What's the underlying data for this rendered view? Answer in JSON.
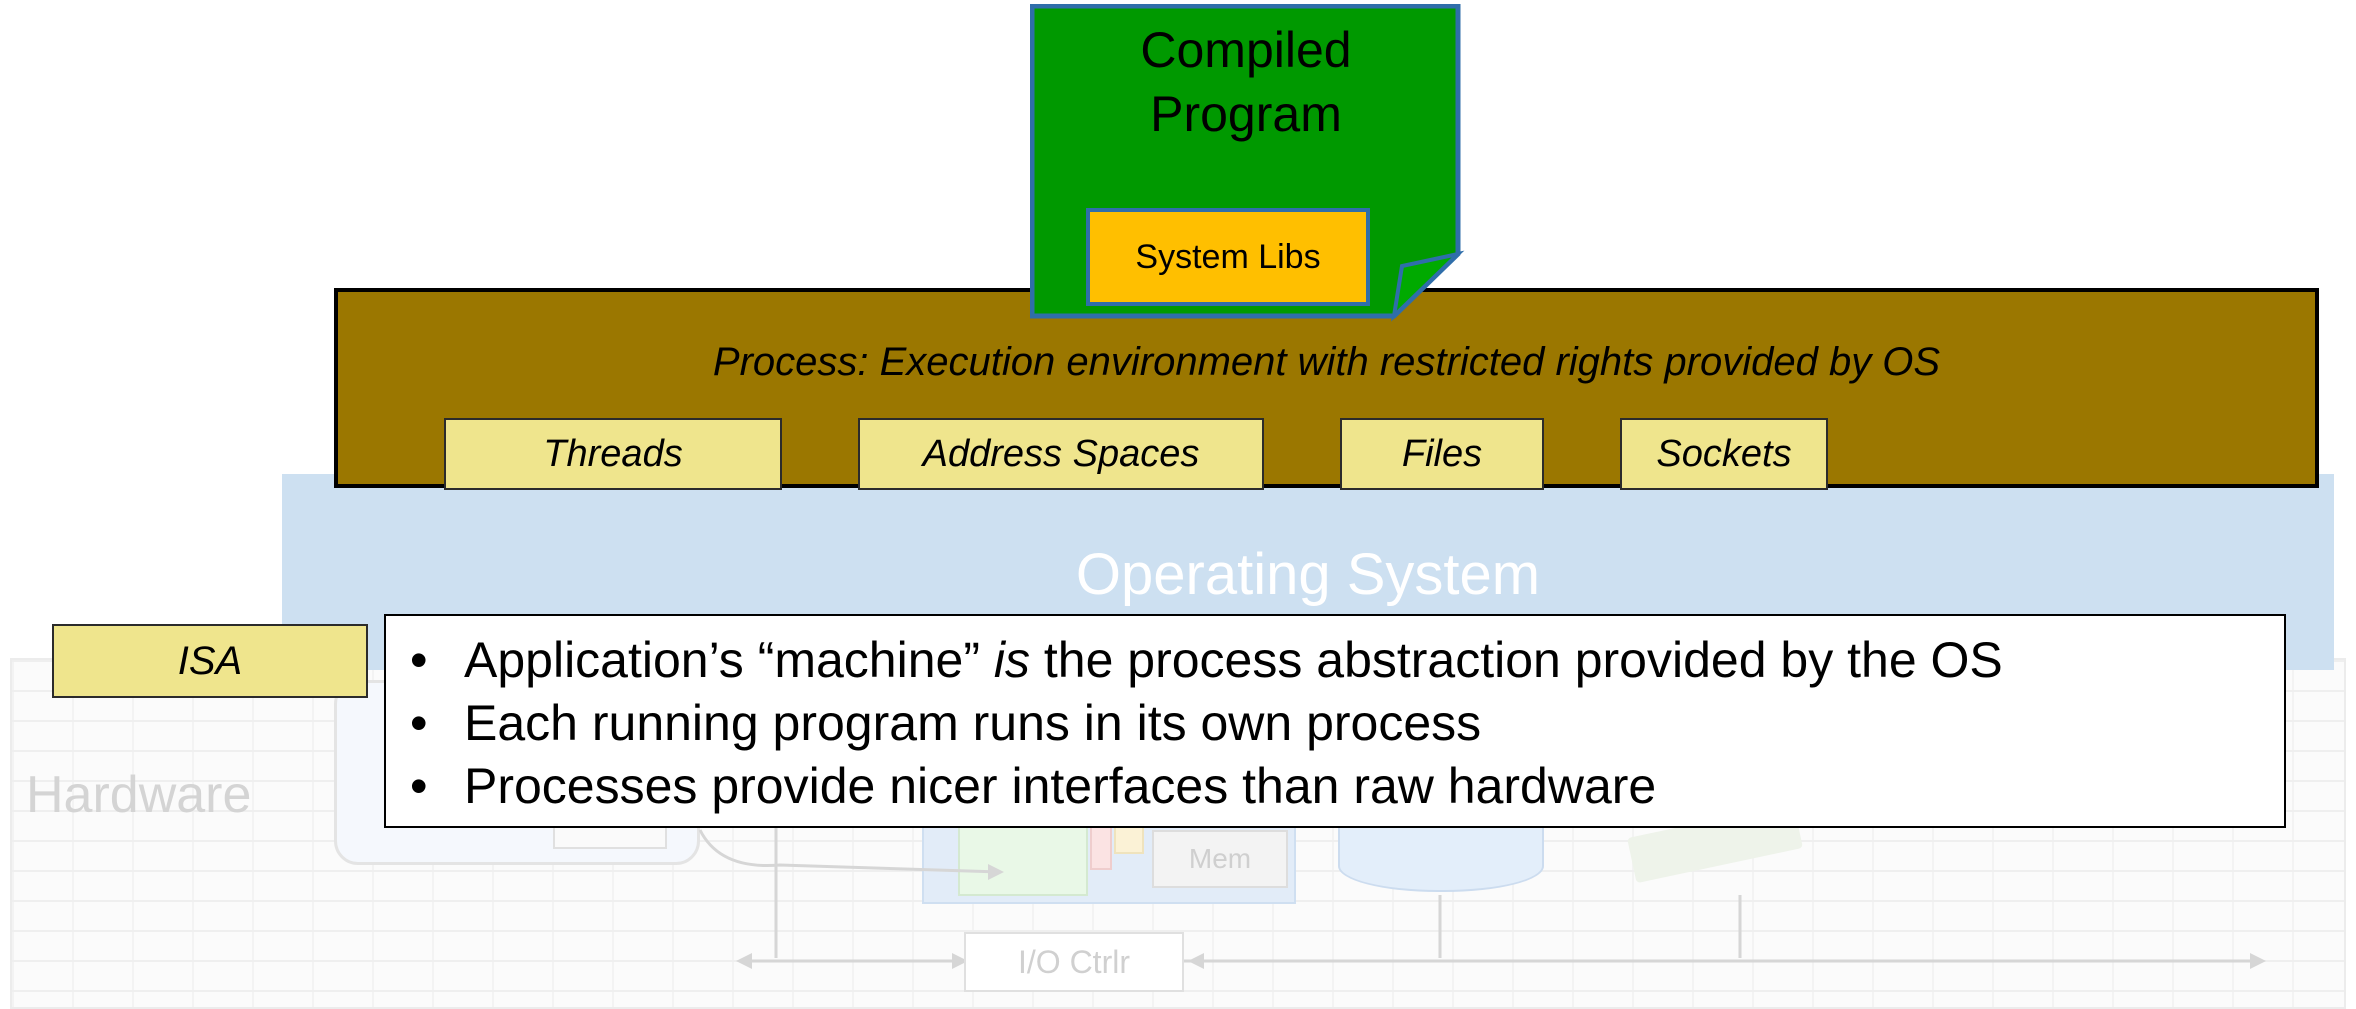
{
  "compiled_program": {
    "title_line1": "Compiled",
    "title_line2": "Program",
    "system_libs": "System Libs"
  },
  "process": {
    "label": "Process: Execution environment with restricted rights provided by OS",
    "resources": [
      "Threads",
      "Address Spaces",
      "Files",
      "Sockets"
    ]
  },
  "operating_system": {
    "label": "Operating System"
  },
  "isa": {
    "label": "ISA"
  },
  "hardware": {
    "label": "Hardware",
    "mem_label": "Mem",
    "io_ctrl_label": "I/O Ctrlr"
  },
  "callout": {
    "bullet_symbol": "•",
    "bullet1": {
      "before": "Application’s “machine” ",
      "emphasis": "is",
      "after": " the process abstraction provided by the OS"
    },
    "bullet2": "Each running program runs in its own process",
    "bullet3": "Processes provide nicer interfaces than raw hardware"
  },
  "colors": {
    "program_green": "#009900",
    "program_border": "#2f6eaa",
    "system_libs_fill": "#ffbf00",
    "process_fill": "#9b7700",
    "resource_fill": "#efe58d",
    "os_fill": "#cde0f1"
  }
}
